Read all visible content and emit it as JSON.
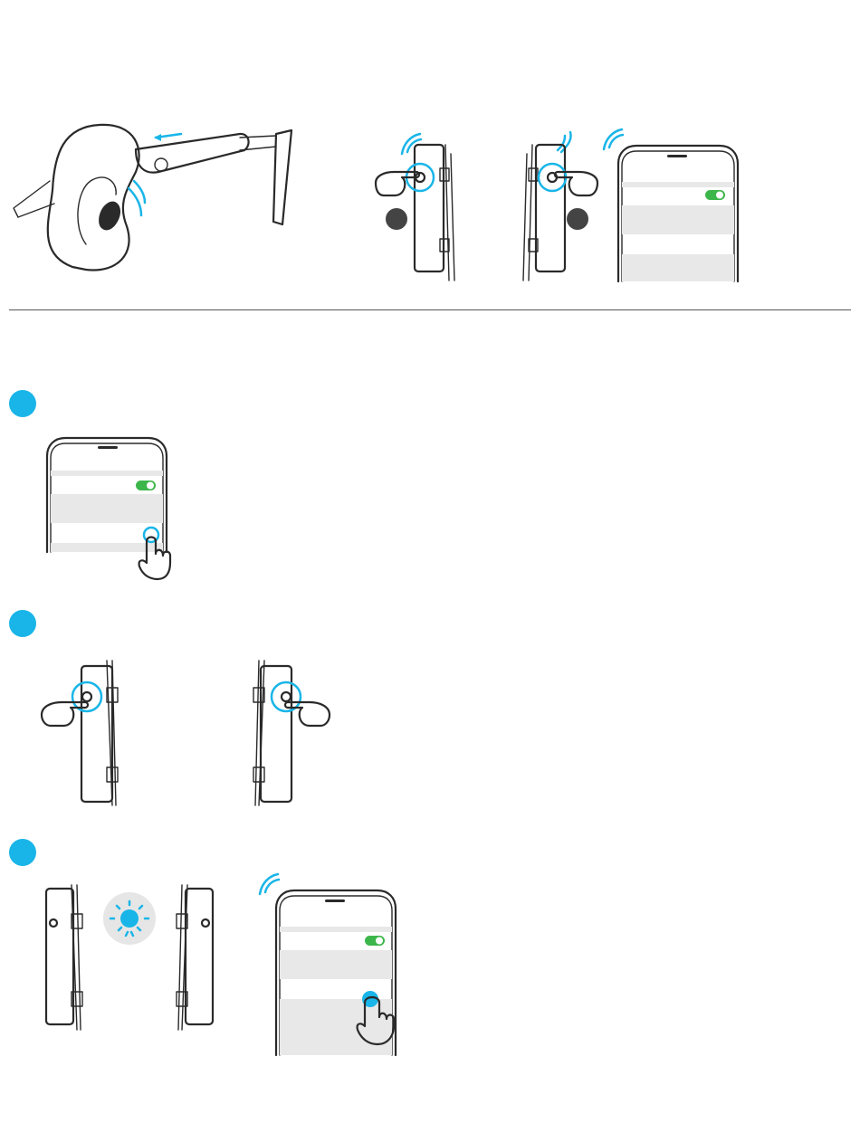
{
  "colors": {
    "accent": "#19b5e8",
    "toggle_on": "#3cb64a",
    "line": "#2a2a2a",
    "panel": "#e8e8e8",
    "num_badge": "#444444"
  },
  "sections": [
    {
      "name": "top-illustration",
      "icons": [
        "ear-icon",
        "headset-icon",
        "press-button-icon",
        "phone-icon"
      ]
    },
    {
      "name": "step-1",
      "icons": [
        "phone-icon",
        "tap-hand-icon"
      ]
    },
    {
      "name": "step-2",
      "icons": [
        "press-button-icon",
        "press-button-icon"
      ]
    },
    {
      "name": "step-3",
      "icons": [
        "headset-icon",
        "led-light-icon",
        "headset-icon",
        "phone-icon",
        "tap-hand-icon"
      ]
    }
  ]
}
